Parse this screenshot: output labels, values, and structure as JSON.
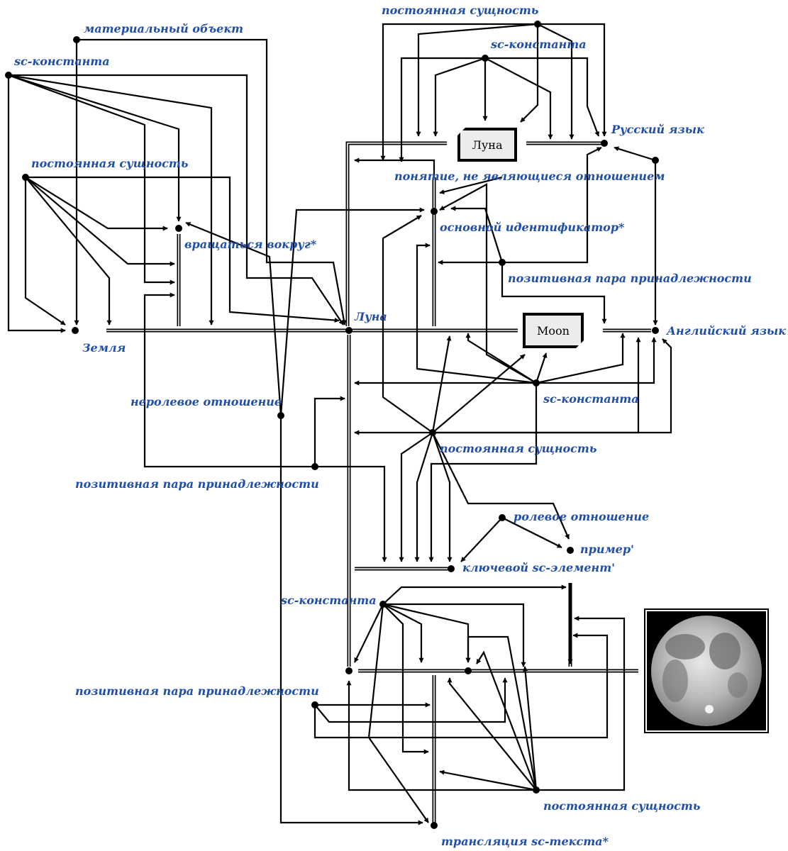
{
  "colors": {
    "label": "#1f4fa8",
    "line": "#000000",
    "background": "#ffffff"
  },
  "nodes": {
    "mat_obj": "материальный объект",
    "sc_const_left": "sc-константа",
    "post_left": "постоянная сущность",
    "vrash": "вращаться вокруг*",
    "zemlya": "Земля",
    "luna_center": "Луна",
    "post_top": "постоянная сущность",
    "sc_const_top": "sc-константа",
    "rus_yaz": "Русский язык",
    "ponyatie": "понятие, не являющиеся отношением",
    "osn_id": "основной идентификатор*",
    "poz_para_right": "позитивная пара принадлежности",
    "angl_yaz": "Английский язык",
    "sc_const_mid": "sc-константа",
    "nerol": "неролевое отношение",
    "post_mid": "постоянная сущность",
    "poz_para_mid": "позитивная пара принадлежности",
    "rolevoe": "ролевое отношение",
    "primer": "пример'",
    "klyuch": "ключевой sc-элемент'",
    "sc_const_bottom": "sc-константа",
    "poz_para_bottom": "позитивная пара принадлежности",
    "post_bottom": "постоянная сущность",
    "translyaciya": "трансляция sc-текста*"
  },
  "boxes": {
    "luna_box": "Луна",
    "moon_box": "Moon"
  },
  "image": {
    "icon": "full-moon-photo"
  }
}
